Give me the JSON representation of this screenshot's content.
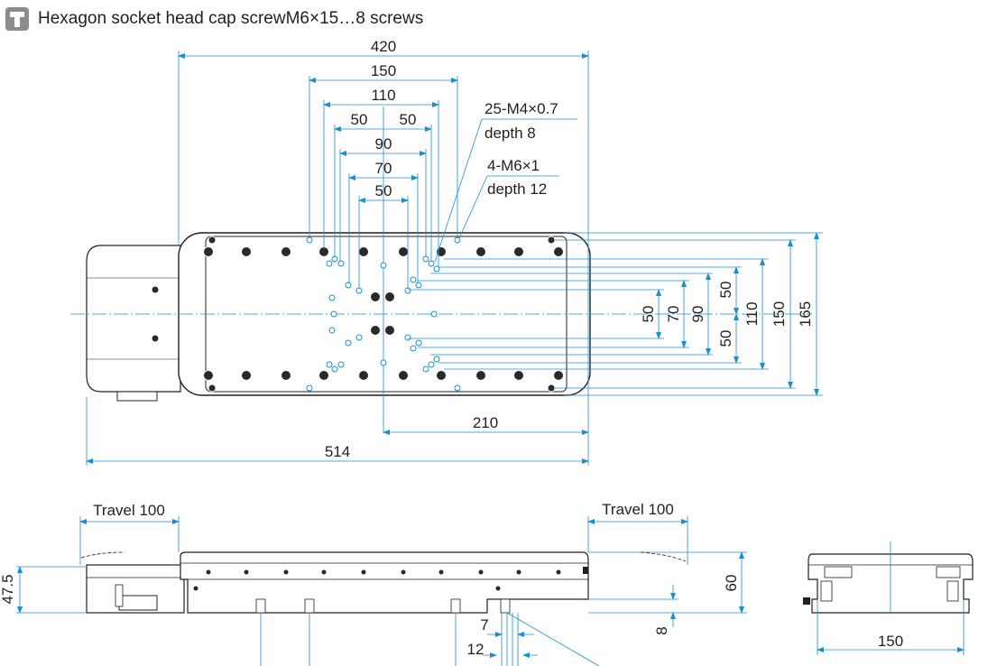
{
  "header": {
    "icon": "screw-icon",
    "part_name": "Hexagon socket head cap screw",
    "spec": "M6×15…8 screws"
  },
  "colors": {
    "dimension_line": "#1a8fd0",
    "outline": "#231f20",
    "center_line": "#1a8fd0"
  },
  "top_view": {
    "dims_top": {
      "d420": "420",
      "d150": "150",
      "d110": "110",
      "d50_left": "50",
      "d50_right": "50",
      "d90": "90",
      "d70": "70",
      "d50": "50"
    },
    "callouts": {
      "m4_spec": "25-M4×0.7",
      "m4_depth": "depth 8",
      "m6_spec": "4-M6×1",
      "m6_depth": "depth 12"
    },
    "dims_right": {
      "r50": "50",
      "r70": "70",
      "r90": "90",
      "r50_upper": "50",
      "r50_lower": "50",
      "r110": "110",
      "r150": "150",
      "r165": "165"
    },
    "dims_bottom": {
      "d210": "210",
      "d514": "514"
    }
  },
  "side_view": {
    "travel_left": "Travel 100",
    "travel_right": "Travel 100",
    "h47_5": "47.5",
    "h60": "60",
    "h8": "8",
    "d7": "7",
    "d12": "12"
  },
  "end_view": {
    "w150": "150"
  }
}
